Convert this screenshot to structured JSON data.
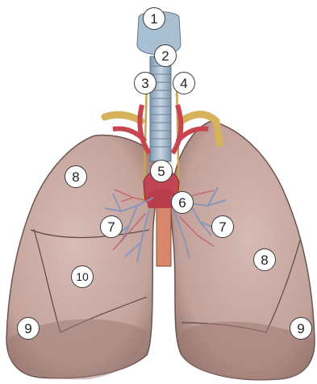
{
  "labels": {
    "m1": "1",
    "m2": "2",
    "m3": "3",
    "m4": "4",
    "m5": "5",
    "m6": "6",
    "m7a": "7",
    "m7b": "7",
    "m8a": "8",
    "m8b": "8",
    "m9a": "9",
    "m9b": "9",
    "m10": "10"
  },
  "colors": {
    "lung": "#c9aaa4",
    "lung_shadow": "#8f6c66",
    "trachea": "#9fb5c8",
    "artery": "#c8454f",
    "vein": "#b04a5a",
    "bronchi": "#7f8fb6",
    "nerve": "#d7b25a"
  }
}
